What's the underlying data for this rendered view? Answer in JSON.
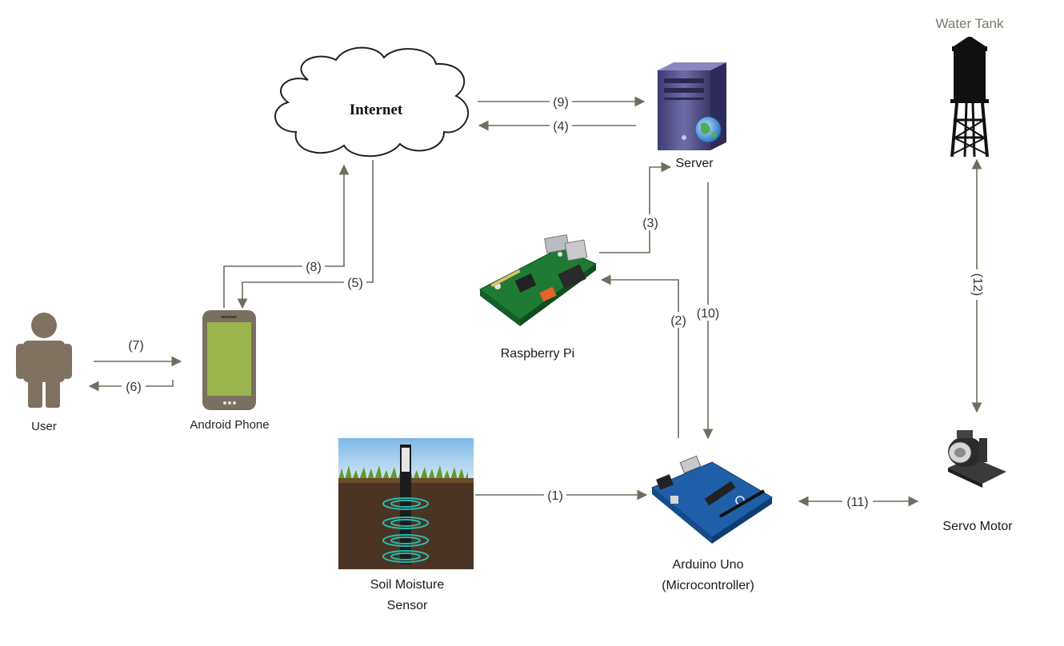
{
  "nodes": {
    "internet": "Internet",
    "server": "Server",
    "water_tank": "Water Tank",
    "raspberry_pi": "Raspberry Pi",
    "user": "User",
    "android_phone": "Android Phone",
    "soil_sensor_line1": "Soil Moisture",
    "soil_sensor_line2": "Sensor",
    "arduino_line1": "Arduino Uno",
    "arduino_line2": "(Microcontroller)",
    "servo_motor": "Servo Motor"
  },
  "arrows": {
    "a1": "(1)",
    "a2": "(2)",
    "a3": "(3)",
    "a4": "(4)",
    "a5": "(5)",
    "a6": "(6)",
    "a7": "(7)",
    "a8": "(8)",
    "a9": "(9)",
    "a10": "(10)",
    "a11": "(11)",
    "a12": "(12)"
  },
  "colors": {
    "arrow": "#6e6e5e",
    "phone_screen": "#9bb44e",
    "user_figure": "#7f7260",
    "server_body": "#5d5a92",
    "pcb_green": "#2f7d3a",
    "arduino_blue": "#1f5fa8",
    "soil": "#4a3524",
    "grass": "#5f9a2a",
    "sky": "#8fc4e8"
  },
  "icons": [
    "cloud-icon",
    "server-icon",
    "water-tower-icon",
    "raspberry-pi-icon",
    "user-icon",
    "android-phone-icon",
    "soil-sensor-image",
    "arduino-icon",
    "servo-motor-icon"
  ]
}
